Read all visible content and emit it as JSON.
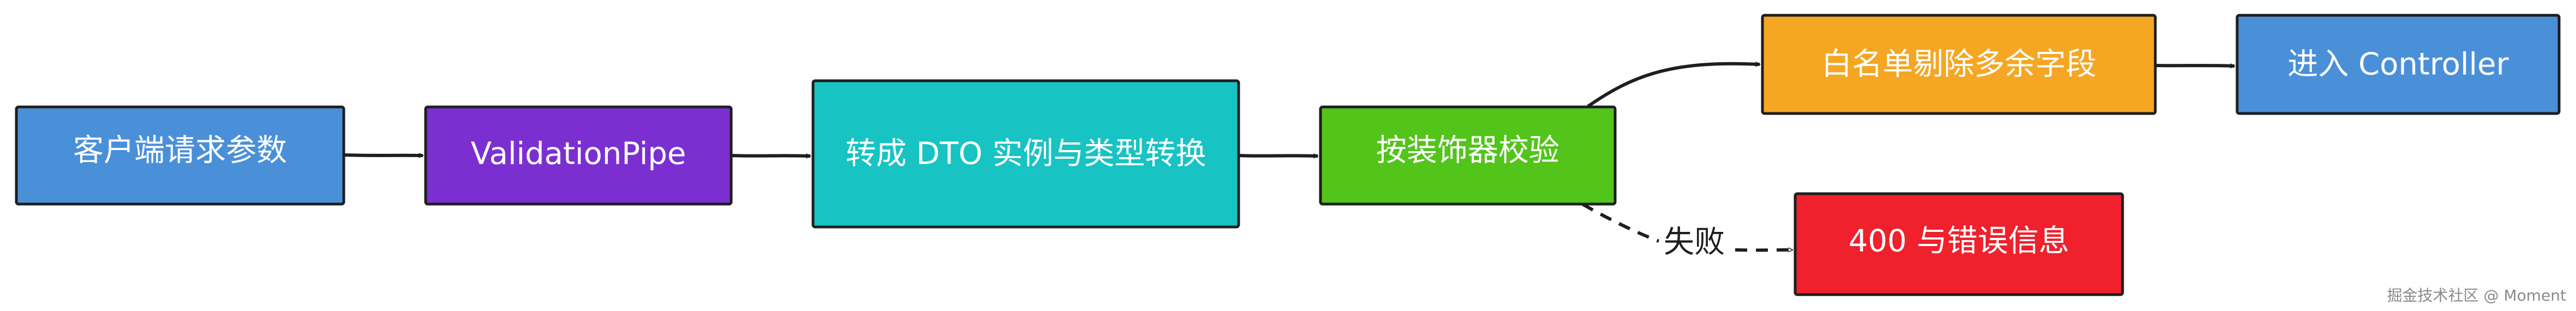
{
  "nodes": {
    "client": {
      "label": "客户端请求参数",
      "color": "#4a90d9"
    },
    "validation_pipe": {
      "label": "ValidationPipe",
      "color": "#7b2fd1"
    },
    "dto": {
      "label": "转成 DTO 实例与类型转换",
      "color": "#17c3c3"
    },
    "decorator": {
      "label": "按装饰器校验",
      "color": "#52c41a"
    },
    "whitelist": {
      "label": "白名单剔除多余字段",
      "color": "#f5a623"
    },
    "controller": {
      "label": "进入 Controller",
      "color": "#4a90d9"
    },
    "error": {
      "label": "400 与错误信息",
      "color": "#f0202c"
    }
  },
  "edges": {
    "fail_label": "失败"
  },
  "watermark": "掘金技术社区 @ Moment"
}
